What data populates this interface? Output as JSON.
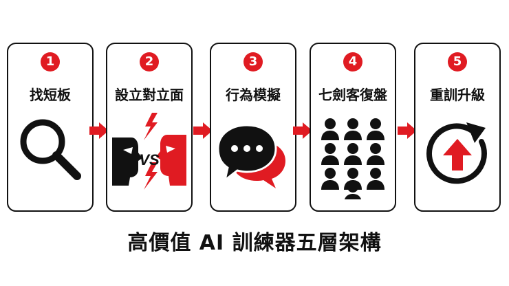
{
  "steps": [
    {
      "number": "1",
      "title": "找短板",
      "icon": "magnifying-glass-icon"
    },
    {
      "number": "2",
      "title": "設立對立面",
      "icon": "versus-faces-icon",
      "icon_text": "VS"
    },
    {
      "number": "3",
      "title": "行為模擬",
      "icon": "speech-bubbles-icon"
    },
    {
      "number": "4",
      "title": "七劍客復盤",
      "icon": "group-people-icon"
    },
    {
      "number": "5",
      "title": "重訓升級",
      "icon": "upgrade-cycle-icon"
    }
  ],
  "main_title": "高價值 AI 訓練器五層架構",
  "colors": {
    "accent": "#e01b22",
    "ink": "#111111",
    "background": "#ffffff"
  }
}
